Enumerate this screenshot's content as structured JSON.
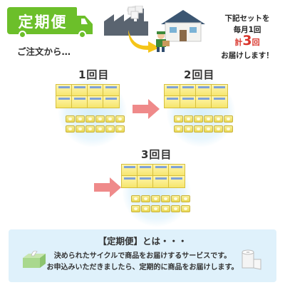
{
  "header": {
    "badge_label": "定期便",
    "order_note": "ご注文から…",
    "bubble": {
      "line1": "下記セットを",
      "line2": "毎月1回",
      "line3_prefix": "計",
      "line3_number": "3",
      "line3_suffix": "回",
      "line4": "お届けします！"
    }
  },
  "deliveries": [
    {
      "label": "1回目"
    },
    {
      "label": "2回目"
    },
    {
      "label": "3回目"
    }
  ],
  "info": {
    "title": "【定期便】とは・・・",
    "line1": "決められたサイクルで商品をお届けするサービスです。",
    "line2": "お申込みいただきましたら、定期的に商品をお届けします。"
  },
  "icons": {
    "factory": "factory-icon",
    "house": "house-icon",
    "courier": "delivery-person-icon",
    "arrow": "curved-arrow-icon",
    "next": "arrow-right-icon",
    "tissue": "tissue-box-icon",
    "toilet_paper": "toilet-paper-icon"
  },
  "colors": {
    "brand_green": "#6cbf2a",
    "accent_red": "#d9342b",
    "arrow_pink": "#ef8a8a",
    "arrow_yellow": "#f5c518",
    "panel_blue": "#dff1fb",
    "product_yellow": "#f6e56c"
  }
}
